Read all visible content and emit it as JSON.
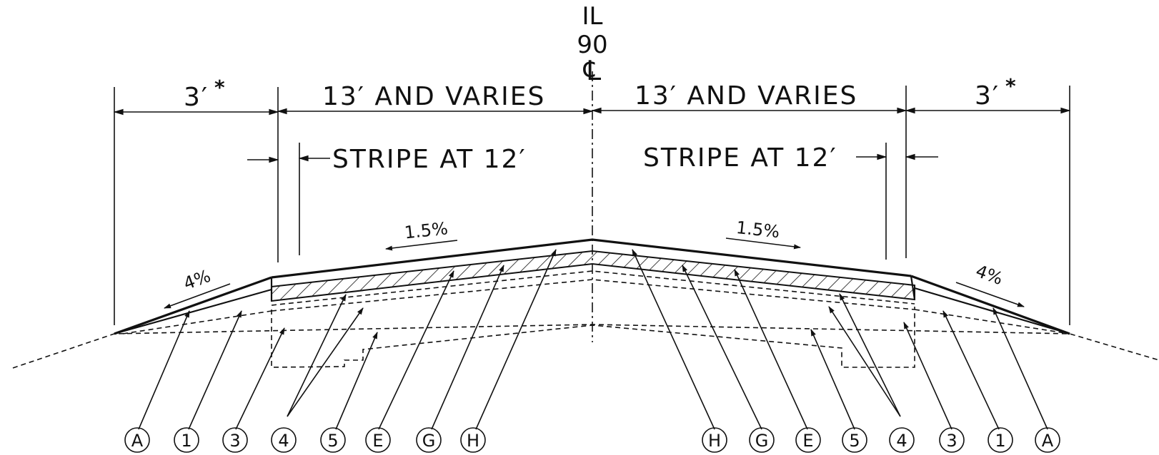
{
  "centerline": {
    "line1": "IL",
    "line2": "90",
    "symbol": "℄"
  },
  "dimensions": {
    "left_shoulder": "3′",
    "left_lane": "13′ AND VARIES",
    "right_lane": "13′ AND VARIES",
    "right_shoulder": "3′",
    "asterisk": "*"
  },
  "stripe": {
    "left": "STRIPE AT 12′",
    "right": "STRIPE AT 12′"
  },
  "slopes": {
    "left_lane": "1.5%",
    "right_lane": "1.5%",
    "left_shoulder": "4%",
    "right_shoulder": "4%"
  },
  "callouts": {
    "left": [
      "A",
      "1",
      "3",
      "4",
      "5",
      "E",
      "G",
      "H"
    ],
    "right": [
      "H",
      "G",
      "E",
      "5",
      "4",
      "3",
      "1",
      "A"
    ]
  },
  "colors": {
    "ink": "#111111",
    "background": "#ffffff"
  }
}
